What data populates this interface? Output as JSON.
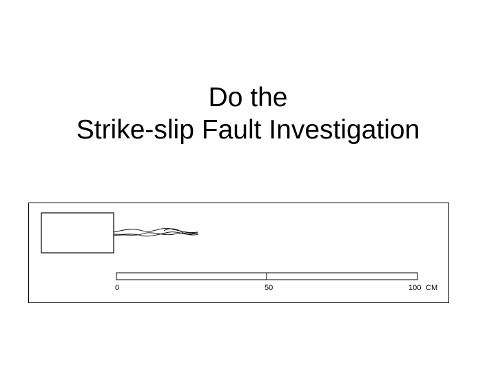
{
  "title": {
    "line1": "Do the",
    "line2": "Strike-slip Fault Investigation"
  },
  "figure": {
    "scale": {
      "tick_labels": [
        "0",
        "50",
        "100"
      ],
      "unit": "CM"
    },
    "colors": {
      "ink": "#000000",
      "background": "#ffffff"
    }
  }
}
